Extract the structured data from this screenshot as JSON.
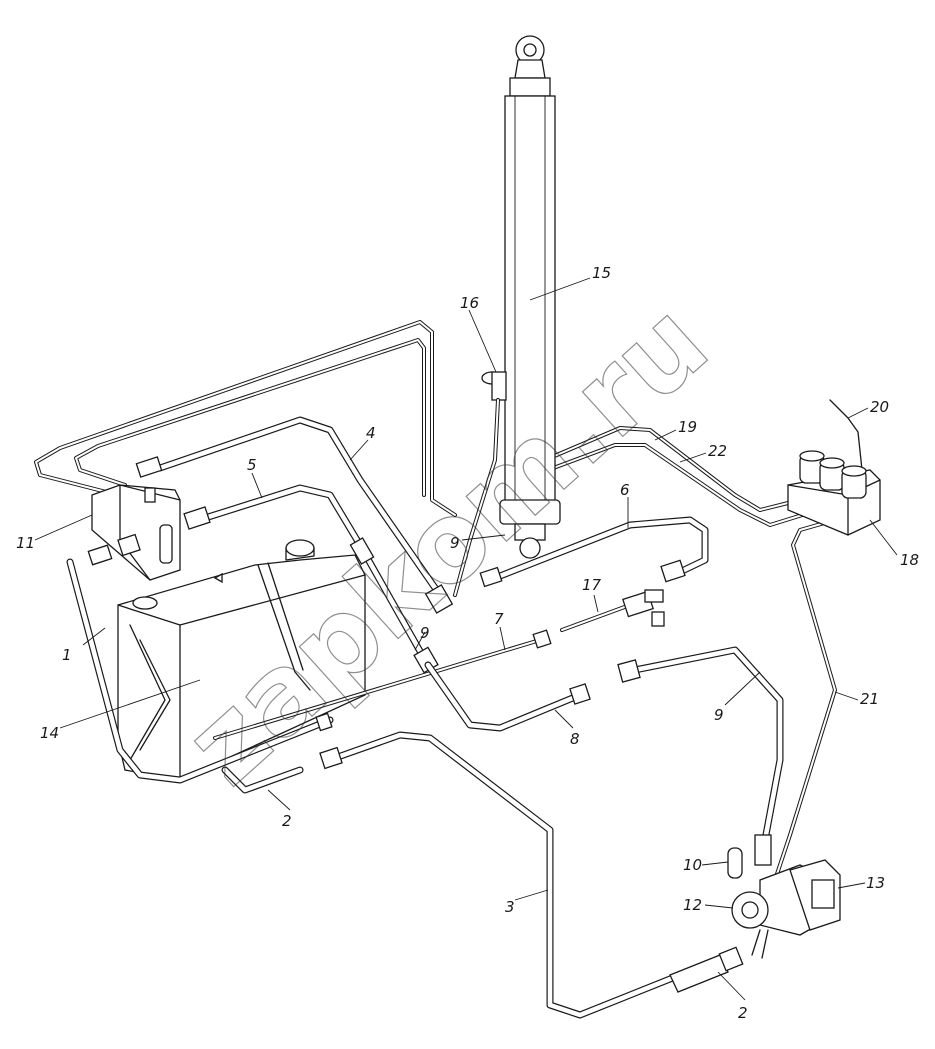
{
  "watermark": "zapkom.ru",
  "callouts": [
    {
      "id": "1",
      "text": "1"
    },
    {
      "id": "2a",
      "text": "2"
    },
    {
      "id": "2b",
      "text": "2"
    },
    {
      "id": "3",
      "text": "3"
    },
    {
      "id": "4",
      "text": "4"
    },
    {
      "id": "5",
      "text": "5"
    },
    {
      "id": "6",
      "text": "6"
    },
    {
      "id": "7",
      "text": "7"
    },
    {
      "id": "8",
      "text": "8"
    },
    {
      "id": "9a",
      "text": "9"
    },
    {
      "id": "9b",
      "text": "9"
    },
    {
      "id": "9c",
      "text": "9"
    },
    {
      "id": "10",
      "text": "10"
    },
    {
      "id": "11",
      "text": "11"
    },
    {
      "id": "12",
      "text": "12"
    },
    {
      "id": "13",
      "text": "13"
    },
    {
      "id": "14",
      "text": "14"
    },
    {
      "id": "15",
      "text": "15"
    },
    {
      "id": "16",
      "text": "16"
    },
    {
      "id": "17",
      "text": "17"
    },
    {
      "id": "18",
      "text": "18"
    },
    {
      "id": "19",
      "text": "19"
    },
    {
      "id": "20",
      "text": "20"
    },
    {
      "id": "21",
      "text": "21"
    },
    {
      "id": "22",
      "text": "22"
    }
  ]
}
